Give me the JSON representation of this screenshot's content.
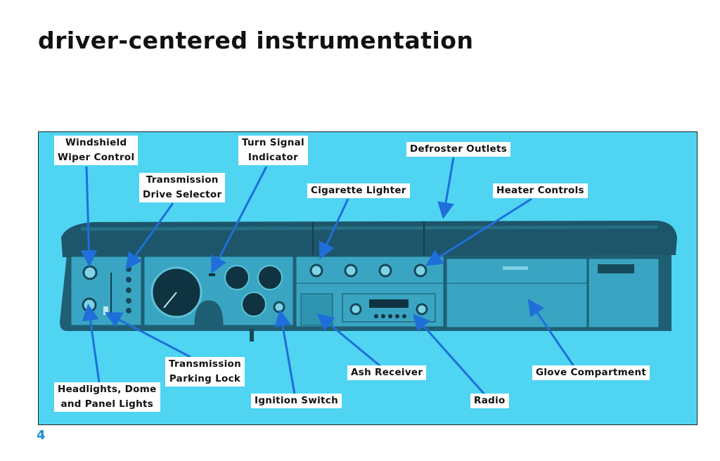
{
  "page": {
    "title": "driver-centered instrumentation",
    "page_number": "4"
  },
  "labels": {
    "wiper": [
      "Windshield",
      "Wiper Control"
    ],
    "drive_selector": [
      "Transmission",
      "Drive Selector"
    ],
    "turn_signal": [
      "Turn Signal",
      "Indicator"
    ],
    "cigarette": "Cigarette Lighter",
    "defroster": "Defroster Outlets",
    "heater": "Heater Controls",
    "parking_lock": [
      "Transmission",
      "Parking Lock"
    ],
    "headlights": [
      "Headlights, Dome",
      "and Panel Lights"
    ],
    "ignition": "Ignition Switch",
    "ash": "Ash Receiver",
    "radio": "Radio",
    "glove": "Glove Compartment"
  },
  "colors": {
    "background": "#4fd4f2",
    "arrow": "#1e6fd9",
    "dash": "#2b8ea8"
  }
}
